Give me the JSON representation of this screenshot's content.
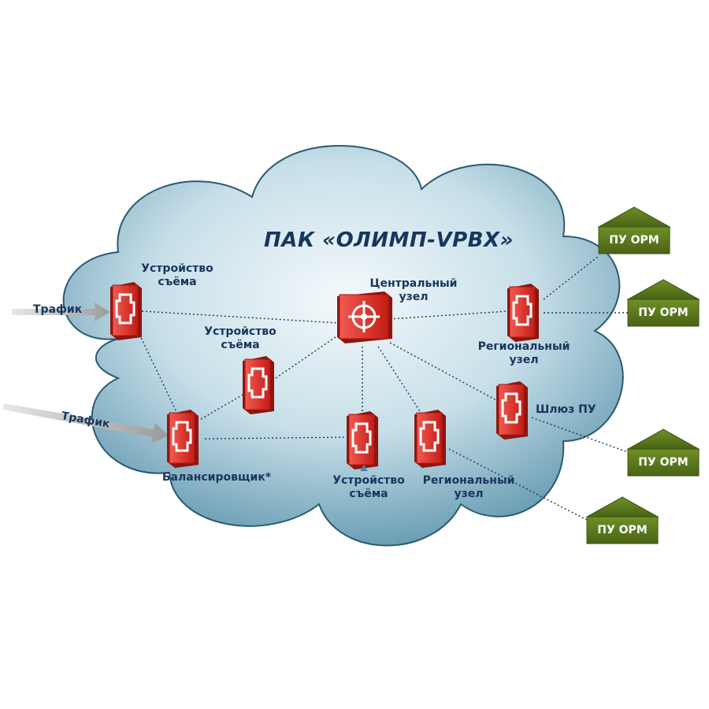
{
  "diagram": {
    "title": "ПАК «ОЛИМП-VPBX»",
    "traffic_label": "Трафик",
    "nodes": {
      "capture_1": "Устройство\nсъёма",
      "capture_2": "Устройство\nсъёма",
      "capture_3": "Устройство\nсъёма",
      "central": "Центральный\nузел",
      "regional_1": "Региональный\nузел",
      "regional_2": "Региональный\nузел",
      "gateway": "Шлюз ПУ",
      "balancer": "Балансировщик*"
    },
    "pu_label": "ПУ ОРМ",
    "colors": {
      "device_red": "#e8322c",
      "pu_green": "#5c7a1e",
      "cloud_fill": "#b8d6e4",
      "text": "#17365d"
    }
  }
}
